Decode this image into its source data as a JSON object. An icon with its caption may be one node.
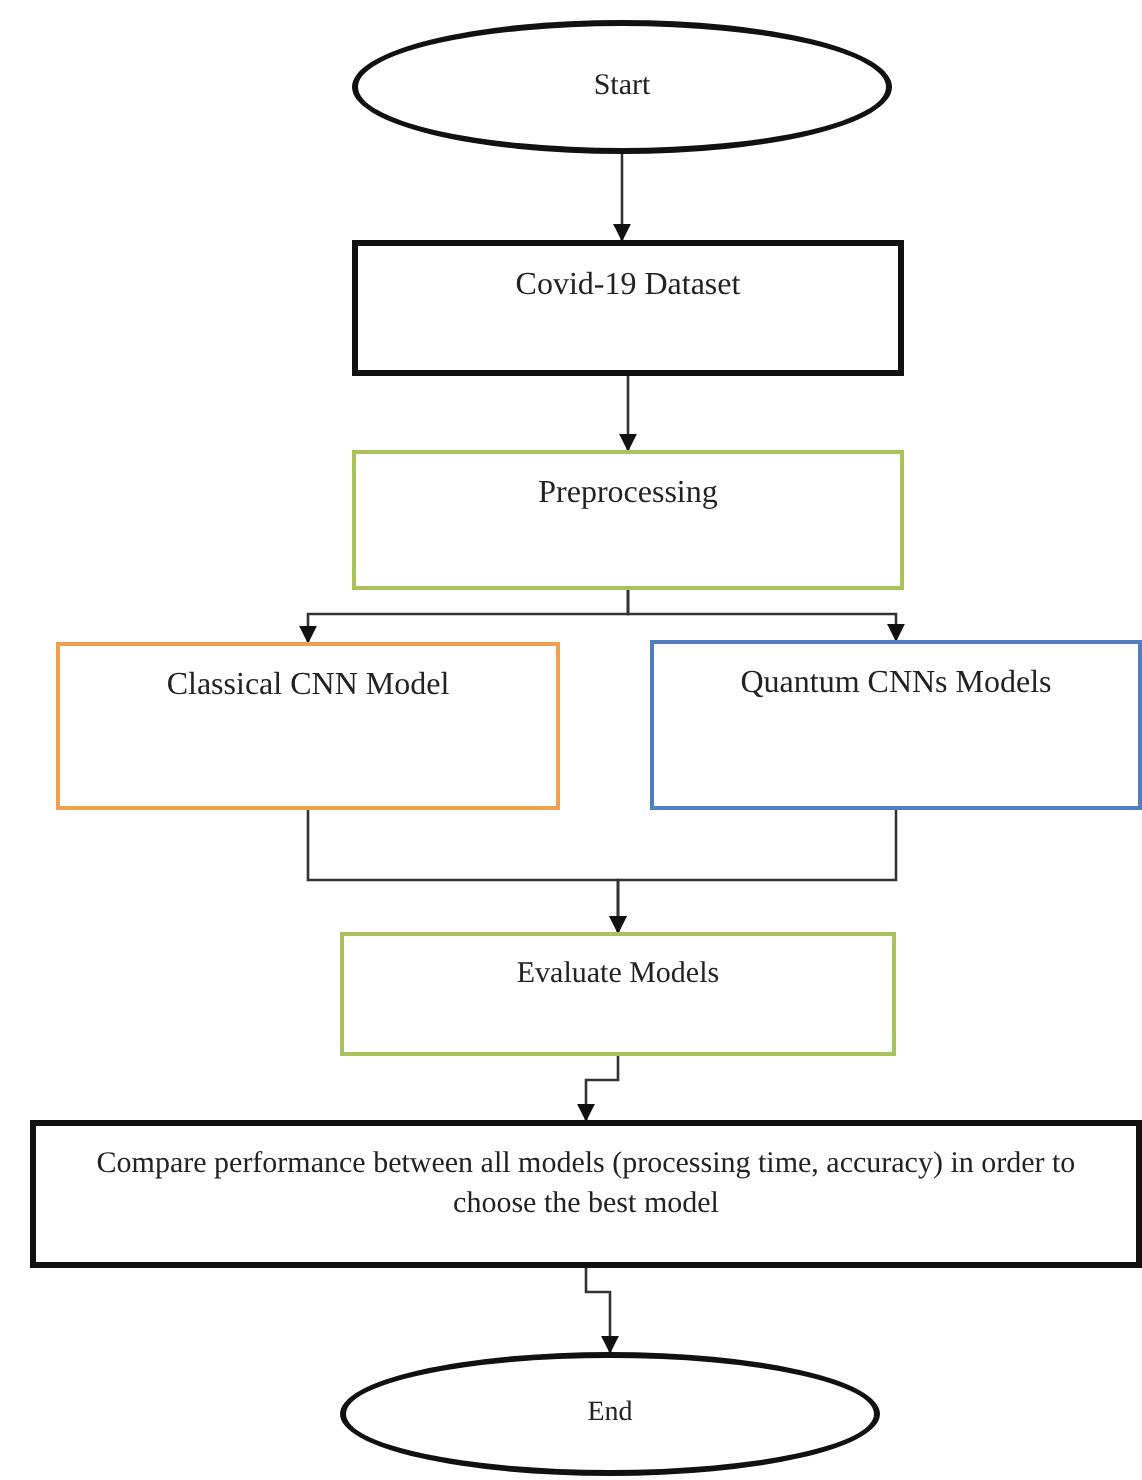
{
  "diagram": {
    "nodes": [
      {
        "text": [
          "Start"
        ]
      },
      {
        "text": [
          "Covid-19 Dataset"
        ]
      },
      {
        "text": [
          "Preprocessing"
        ]
      },
      {
        "text": [
          "Classical CNN Model"
        ]
      },
      {
        "text": [
          "Quantum CNNs Models"
        ]
      },
      {
        "text": [
          "Evaluate Models"
        ]
      },
      {
        "text": [
          "Compare performance between all models (processing time, accuracy) in order to choose the best model"
        ]
      },
      {
        "text": [
          "End"
        ]
      }
    ],
    "edges": [
      {
        "from": 0,
        "to": 1,
        "arrow": "to"
      },
      {
        "from": 1,
        "to": 2,
        "arrow": "to"
      },
      {
        "from": 2,
        "to": 3,
        "arrow": "to"
      },
      {
        "from": 2,
        "to": 4,
        "arrow": "to"
      },
      {
        "from": 3,
        "to": 5,
        "arrow": "to"
      },
      {
        "from": 4,
        "to": 5,
        "arrow": "to"
      },
      {
        "from": 5,
        "to": 6,
        "arrow": "to"
      },
      {
        "from": 6,
        "to": 7,
        "arrow": "to"
      }
    ]
  }
}
